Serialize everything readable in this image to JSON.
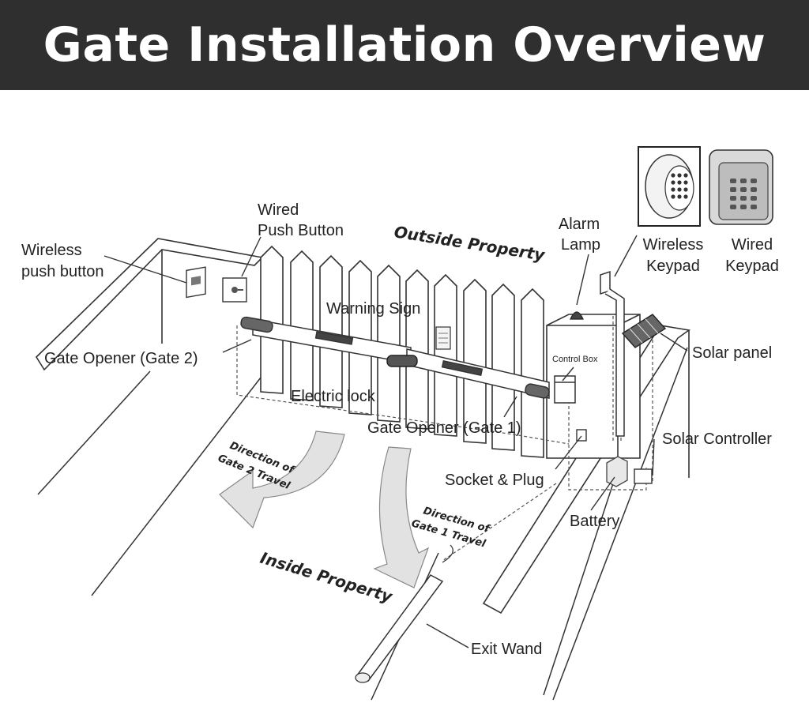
{
  "header": {
    "title": "Gate Installation Overview"
  },
  "colors": {
    "header_bg": "#2f2f2f",
    "header_text": "#ffffff",
    "line": "#333333",
    "arrow_fill": "#e2e2e2"
  },
  "labels": {
    "wired_push_button": [
      "Wired",
      "Push Button"
    ],
    "wireless_push_button": [
      "Wireless",
      "push button"
    ],
    "outside_property": "Outside Property",
    "alarm_lamp": [
      "Alarm",
      "Lamp"
    ],
    "wireless_keypad": [
      "Wireless",
      "Keypad"
    ],
    "wired_keypad": [
      "Wired",
      "Keypad"
    ],
    "warning_sign": "Warning Sign",
    "gate_opener_2": "Gate Opener (Gate 2)",
    "control_box": "Control Box",
    "solar_panel": "Solar panel",
    "electric_lock": "Electric lock",
    "gate_opener_1": "Gate Opener (Gate 1)",
    "solar_controller": "Solar Controller",
    "direction_gate_2": [
      "Direction of",
      "Gate 2 Travel"
    ],
    "socket_plug": "Socket & Plug",
    "direction_gate_1": [
      "Direction of",
      "Gate 1 Travel"
    ],
    "battery": "Battery",
    "inside_property": "Inside Property",
    "exit_wand": "Exit Wand"
  }
}
